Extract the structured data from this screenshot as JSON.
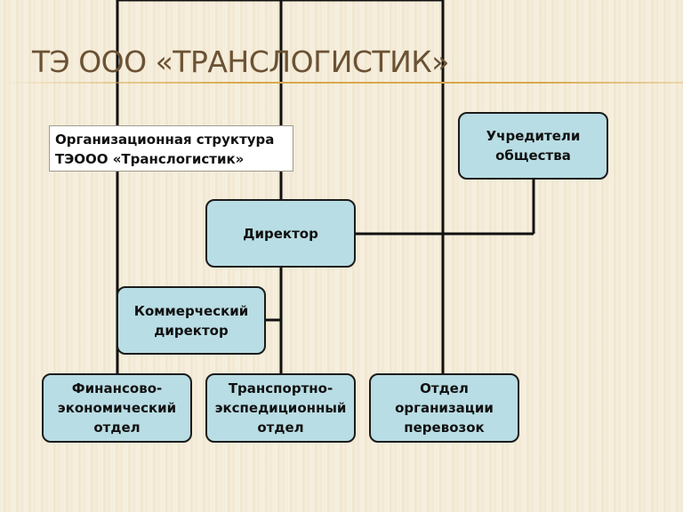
{
  "slide": {
    "title": "ТЭ ООО «ТРАНСЛОГИСТИК»",
    "caption": "Организационная структура ТЭООО «Транслогистик»"
  },
  "org_chart": {
    "owners": "Учредители общества",
    "director": "Директор",
    "commercial_director": "Коммерческий директор",
    "finance_department": "Финансово-экономический отдел",
    "transport_department": "Транспортно-экспедиционный отдел",
    "transit_department": "Отдел организации перевозок"
  },
  "colors": {
    "node_fill": "#b9dde4",
    "title_text": "#6b5234",
    "accent_rule": "#d9a94e"
  }
}
